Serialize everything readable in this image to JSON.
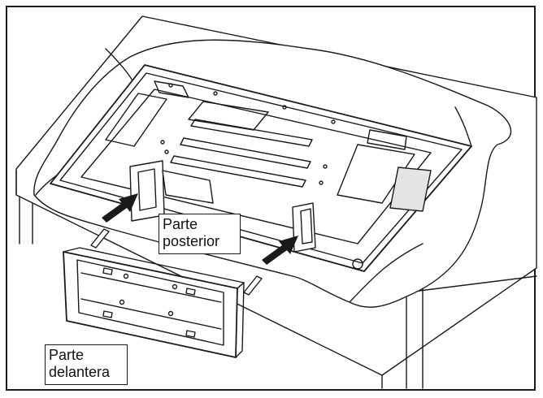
{
  "labels": {
    "rear_line1": "Parte",
    "rear_line2": "posterior",
    "front_line1": "Parte",
    "front_line2": "delantera"
  },
  "colors": {
    "ink": "#1a1a1a",
    "panel_fill": "#ffffff",
    "shade": "#cfcfcf"
  }
}
